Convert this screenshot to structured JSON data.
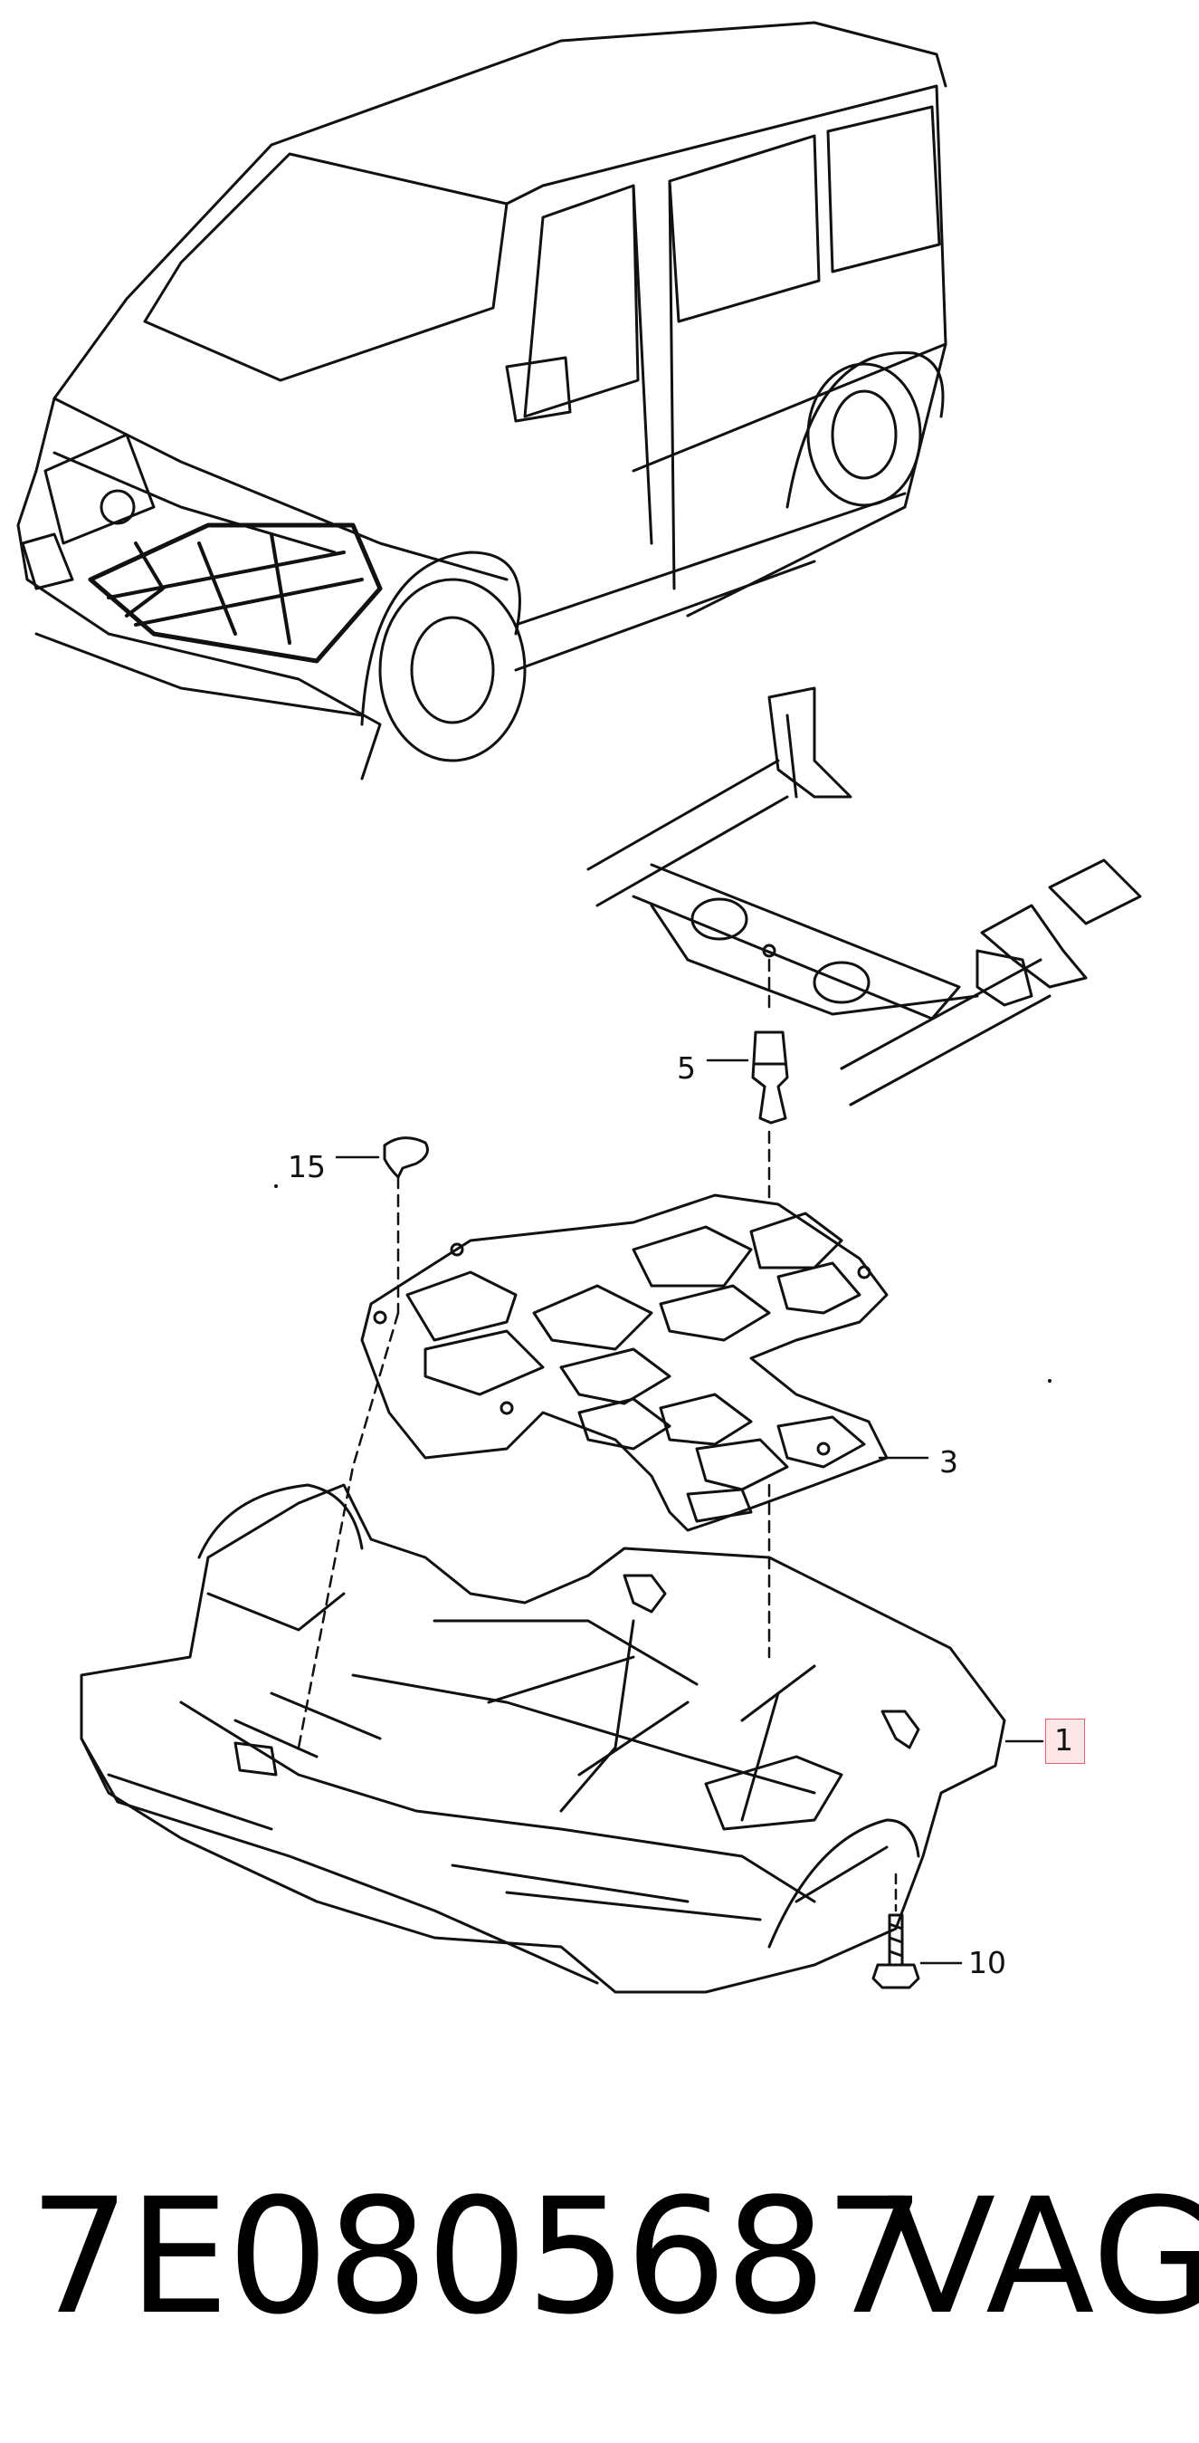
{
  "callouts": {
    "part_1": "1",
    "part_3": "3",
    "part_5": "5",
    "part_10": "10",
    "part_15": "15"
  },
  "footer": {
    "part_number": "7E0805687",
    "brand": "VAG"
  }
}
